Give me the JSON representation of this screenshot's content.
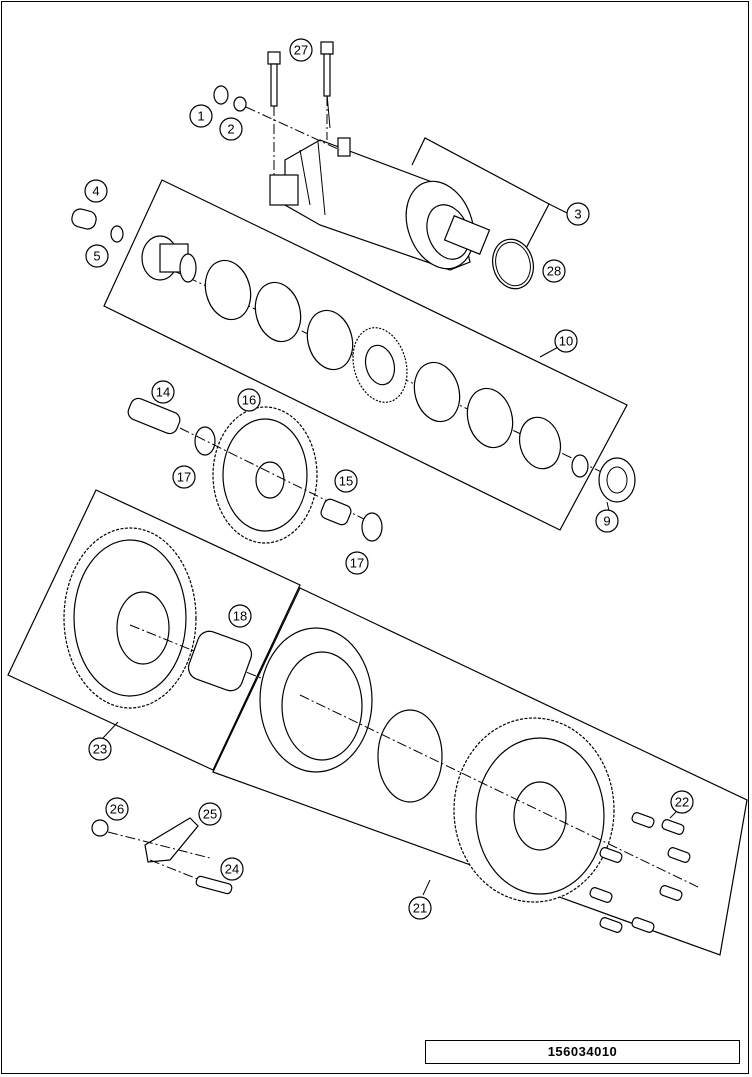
{
  "drawing": {
    "id": "156034010"
  },
  "callouts": [
    "1",
    "2",
    "3",
    "4",
    "5",
    "9",
    "10",
    "14",
    "15",
    "16",
    "17",
    "17",
    "18",
    "21",
    "22",
    "23",
    "24",
    "25",
    "26",
    "27",
    "28"
  ]
}
